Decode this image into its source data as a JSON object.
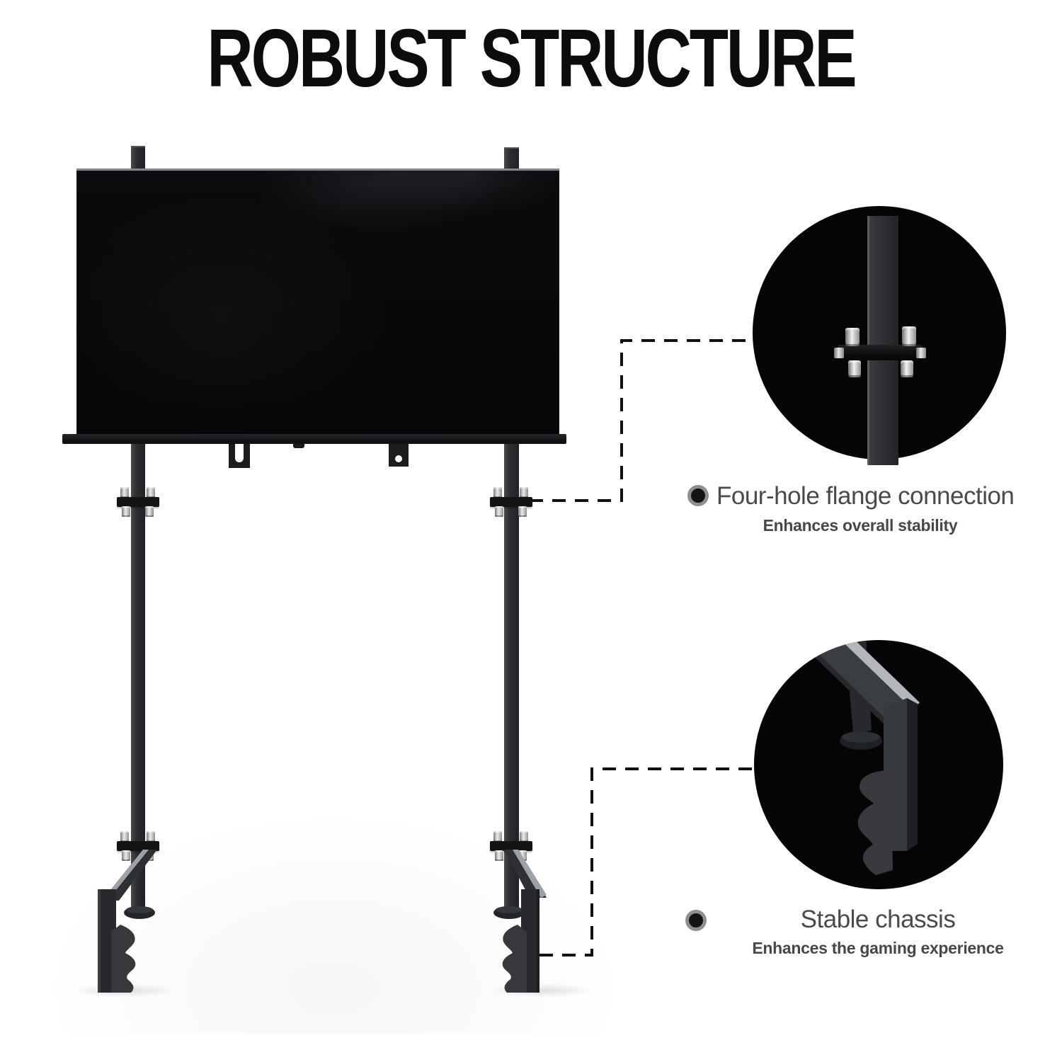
{
  "title": {
    "text": "ROBUST STRUCTURE"
  },
  "callouts": {
    "flange": {
      "title": "Four-hole flange connection",
      "subtitle": "Enhances overall stability"
    },
    "chassis": {
      "title": "Stable chassis",
      "subtitle": "Enhances the gaming experience"
    }
  },
  "icons": {
    "callout_bullet": "bullet-dot-icon"
  },
  "colors": {
    "headline_text": "#0c0c0c",
    "label_text": "#4a4a4a",
    "detail_circle_bg": "#050505",
    "connector_line": "#111111",
    "frame_black": "#1a1a1c",
    "metal_silver": "#ededed",
    "background": "#ffffff"
  }
}
